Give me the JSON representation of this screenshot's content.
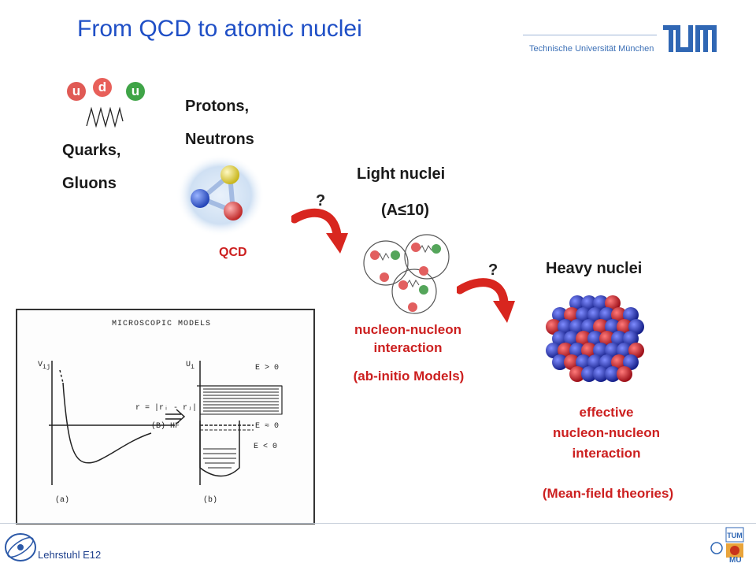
{
  "header": {
    "title": "From QCD to atomic nuclei",
    "institution": "Technische Universität München",
    "logo": "TUM"
  },
  "quarks": {
    "particles": [
      "u",
      "d",
      "u"
    ],
    "label_line1": "Quarks,",
    "label_line2": "Gluons"
  },
  "nucleons": {
    "label_line1": "Protons,",
    "label_line2": "Neutrons",
    "caption": "QCD"
  },
  "light_nuclei": {
    "label_line1": "Light nuclei",
    "label_line2": "(A≤10)",
    "question_mark": "?",
    "caption_line1": "nucleon-nucleon",
    "caption_line2": "interaction",
    "caption_line3": "(ab-initio Models)"
  },
  "heavy_nuclei": {
    "label": "Heavy nuclei",
    "question_mark": "?",
    "caption_line1": "effective",
    "caption_line2": "nucleon-nucleon",
    "caption_line3": "interaction",
    "caption_line4": "(Mean-field theories)"
  },
  "figure": {
    "title": "MICROSCOPIC MODELS",
    "left_axis_label": "V",
    "left_axis_sub": "ij",
    "right_axis_label": "U",
    "right_axis_sub": "i",
    "r_label": "r = |rᵢ - rⱼ|",
    "arrow_label": "(B) HF",
    "e_pos": "E > 0",
    "e_zero": "E ≈ 0",
    "e_neg": "E < 0",
    "panel_a": "(a)",
    "panel_b": "(b)"
  },
  "footer": {
    "chair": "Lehrstuhl E12",
    "logo_text": "MU"
  },
  "colors": {
    "title_blue": "#1f4fc6",
    "caption_red": "#cc1f1f",
    "arrow_red": "#d8261f",
    "proton_red": "#c81e2a",
    "neutron_blue": "#2634b8"
  }
}
